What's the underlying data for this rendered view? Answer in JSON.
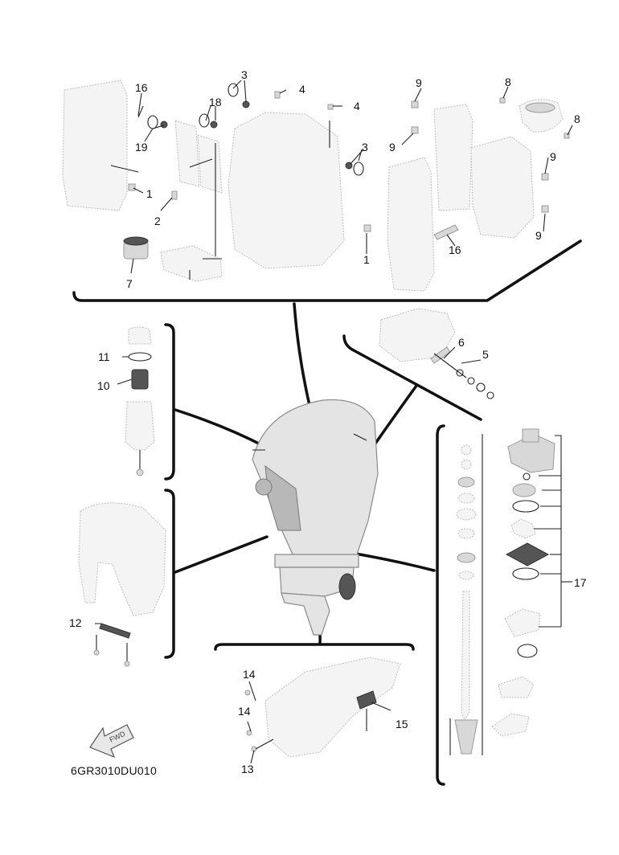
{
  "diagram": {
    "code": "6GR3010DU010",
    "fwd_label": "FWD",
    "callouts": {
      "c1a": "1",
      "c1b": "1",
      "c2": "2",
      "c3a": "3",
      "c3b": "3",
      "c4a": "4",
      "c4b": "4",
      "c5": "5",
      "c6": "6",
      "c7": "7",
      "c8a": "8",
      "c8b": "8",
      "c9a": "9",
      "c9b": "9",
      "c9c": "9",
      "c9d": "9",
      "c10": "10",
      "c11": "11",
      "c12": "12",
      "c13": "13",
      "c14a": "14",
      "c14b": "14",
      "c15": "15",
      "c16a": "16",
      "c16b": "16",
      "c17": "17",
      "c18": "18",
      "c19": "19"
    }
  }
}
